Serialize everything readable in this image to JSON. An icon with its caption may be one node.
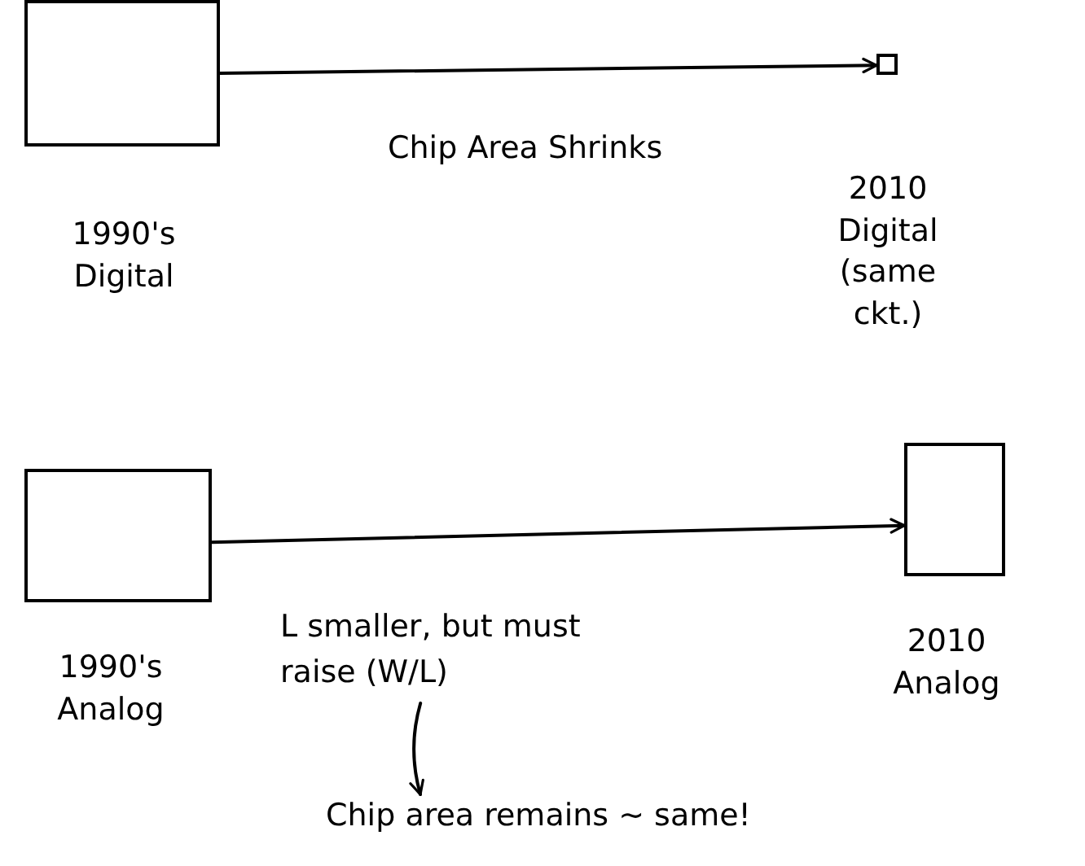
{
  "diagram": {
    "nodes": [
      {
        "text": [
          "1990's Digital"
        ]
      },
      {
        "text": [
          "2010 Digital (same ckt.)"
        ]
      },
      {
        "text": [
          "1990's Analog"
        ]
      },
      {
        "text": [
          "2010 Analog"
        ]
      },
      {
        "text": [
          "L smaller, but must raise (W/L)"
        ]
      },
      {
        "text": [
          "Chip area remains ~ same!"
        ]
      }
    ],
    "edges": [
      {
        "from": 0,
        "to": 1,
        "arrow": "to",
        "label": "Chip Area Shrinks"
      },
      {
        "from": 2,
        "to": 3,
        "arrow": "to"
      },
      {
        "from": 4,
        "to": 5,
        "arrow": "to"
      }
    ]
  }
}
